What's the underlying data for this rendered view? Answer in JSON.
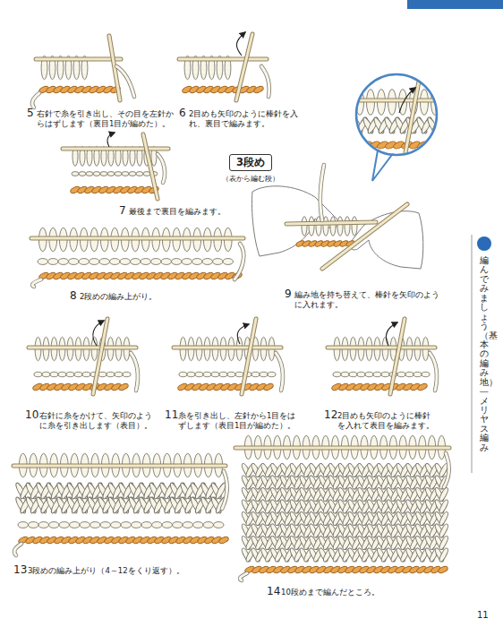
{
  "diagram": {
    "nodes": [
      {
        "text": [
          "3段め",
          "（表から編む段）"
        ]
      }
    ],
    "labels": [
      "5",
      "右針で糸を引き出し、その目を左針からはずします（裏目1目が編めた）。",
      "6",
      "2目めも矢印のように棒針を入れ、裏目で編みます。",
      "7",
      "最後まで裏目を編みます。",
      "8",
      "2段めの編み上がり。",
      "9",
      "編み地を持ち替えて、棒針を矢印のように入れます。",
      "10",
      "右針に糸をかけて、矢印のように糸を引き出します（表目）。",
      "11",
      "糸を引き出し、左針から1目をはずします（表目1目が編めた）。",
      "12",
      "2目めも矢印のように棒針を入れて表目を編みます。",
      "13",
      "3段めの編み上がり（4～12をくり返す）。",
      "14",
      "10段めまで編んだところ。",
      "編んでみましょう（基本の編み地）―メリヤス編み",
      "11"
    ]
  }
}
